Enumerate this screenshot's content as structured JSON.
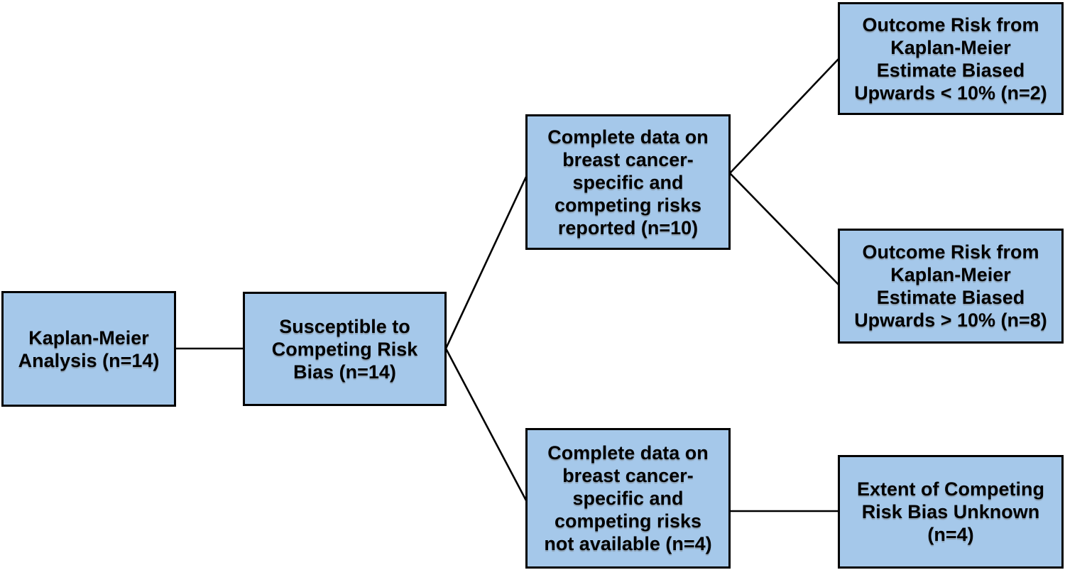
{
  "diagram": {
    "type": "flowchart",
    "title": "Kaplan-Meier competing risk bias flow diagram",
    "colors": {
      "background": "#ffffff",
      "node_fill": "#a5c8ea",
      "node_border": "#000000",
      "edge_color": "#000000",
      "text_color": "#000000"
    },
    "nodes": [
      {
        "id": "kaplan-meier-analysis",
        "label": "Kaplan-Meier\nAnalysis (n=14)"
      },
      {
        "id": "susceptible-to-bias",
        "label": "Susceptible to\nCompeting Risk\nBias (n=14)"
      },
      {
        "id": "complete-data-reported",
        "label": "Complete data on\nbreast cancer-\nspecific and\ncompeting risks\nreported (n=10)"
      },
      {
        "id": "complete-data-not-available",
        "label": "Complete data on\nbreast cancer-\nspecific and\ncompeting risks\nnot available (n=4)"
      },
      {
        "id": "biased-upwards-under-10pct",
        "label": "Outcome Risk from\nKaplan-Meier\nEstimate Biased\nUpwards < 10% (n=2)"
      },
      {
        "id": "biased-upwards-over-10pct",
        "label": "Outcome Risk from\nKaplan-Meier\nEstimate Biased\nUpwards > 10% (n=8)"
      },
      {
        "id": "extent-of-bias-unknown",
        "label": "Extent of Competing\nRisk Bias Unknown\n(n=4)"
      }
    ],
    "edges": [
      {
        "from": "kaplan-meier-analysis",
        "to": "susceptible-to-bias"
      },
      {
        "from": "susceptible-to-bias",
        "to": "complete-data-reported"
      },
      {
        "from": "susceptible-to-bias",
        "to": "complete-data-not-available"
      },
      {
        "from": "complete-data-reported",
        "to": "biased-upwards-under-10pct"
      },
      {
        "from": "complete-data-reported",
        "to": "biased-upwards-over-10pct"
      },
      {
        "from": "complete-data-not-available",
        "to": "extent-of-bias-unknown"
      }
    ]
  }
}
